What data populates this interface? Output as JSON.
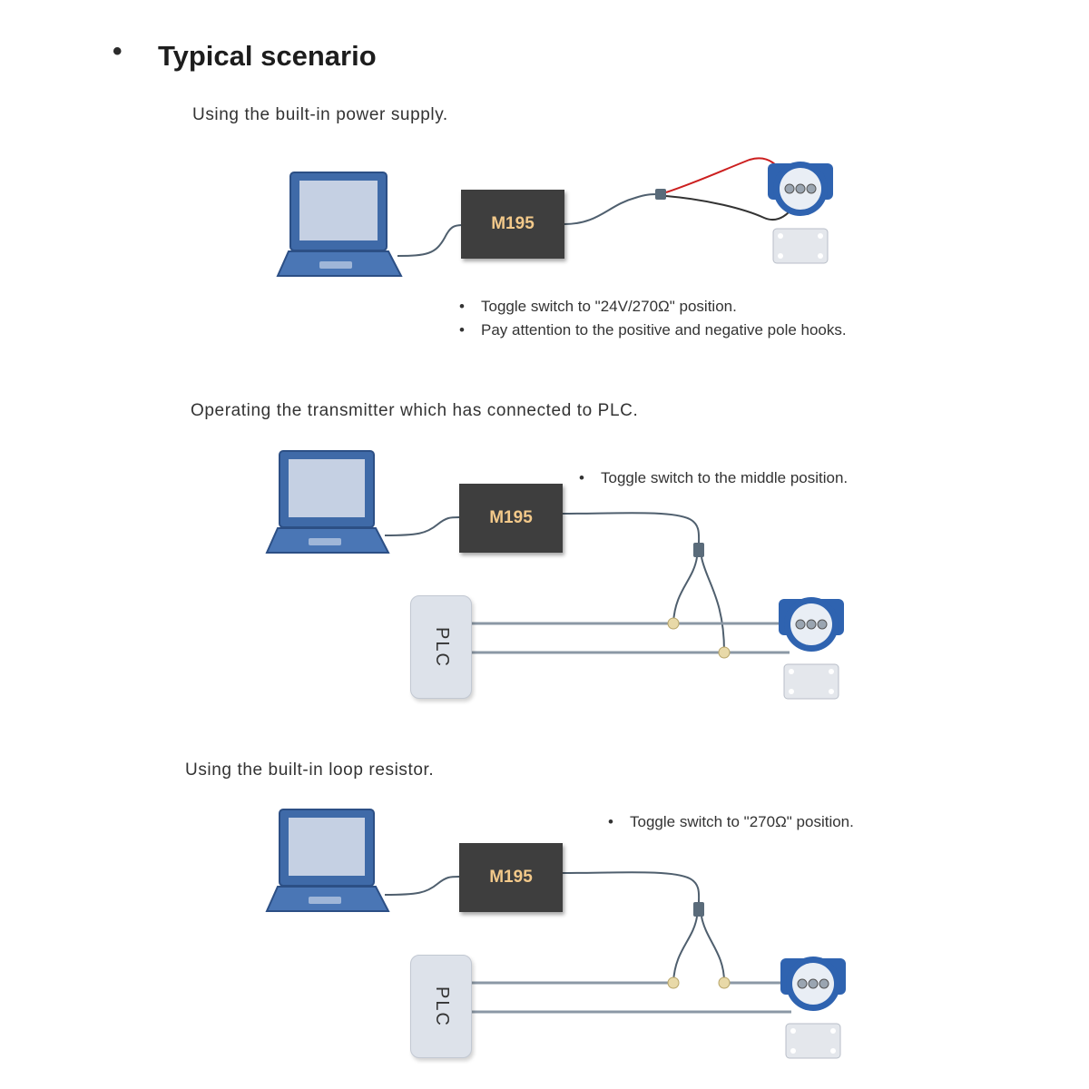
{
  "header": {
    "bullet": "•",
    "title": "Typical scenario"
  },
  "scenario1": {
    "caption": "Using the built-in power supply.",
    "device_label": "M195",
    "notes": [
      {
        "bullet": "•",
        "text": "Toggle switch to \"24V/270Ω\" position."
      },
      {
        "bullet": "•",
        "text": "Pay attention to the positive and negative pole hooks."
      }
    ]
  },
  "scenario2": {
    "caption": "Operating the transmitter which has connected to PLC.",
    "device_label": "M195",
    "plc_label": "PLC",
    "notes": [
      {
        "bullet": "•",
        "text": "Toggle switch to the middle position."
      }
    ]
  },
  "scenario3": {
    "caption": "Using the built-in loop resistor.",
    "device_label": "M195",
    "plc_label": "PLC",
    "notes": [
      {
        "bullet": "•",
        "text": "Toggle switch to \"270Ω\" position."
      }
    ]
  },
  "colors": {
    "laptop": "#3f6aa8",
    "laptop_screen": "#c5d0e3",
    "device": "#3e3e3e",
    "device_text": "#f3c98a",
    "wire": "#4f5f6e",
    "wire_red": "#cc1f1f",
    "transmitter": "#2f63b0",
    "clip": "#e8d9a8"
  }
}
